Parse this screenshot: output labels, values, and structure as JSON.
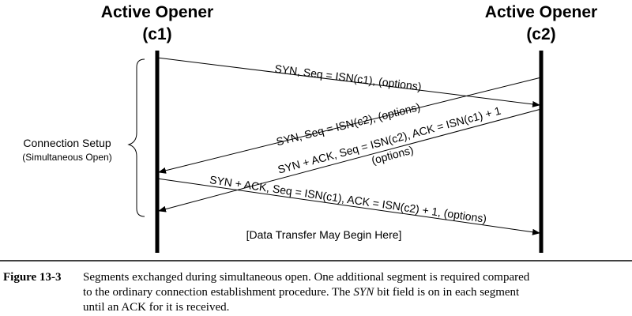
{
  "endpoints": {
    "left": {
      "title": "Active Opener",
      "id": "(c1)"
    },
    "right": {
      "title": "Active Opener",
      "id": "(c2)"
    }
  },
  "phase": {
    "label": "Connection Setup",
    "sublabel": "(Simultaneous Open)"
  },
  "messages": [
    {
      "label": "SYN, Seq = ISN(c1), (options)"
    },
    {
      "label": "SYN, Seq = ISN(c2), (options)"
    },
    {
      "label": "SYN + ACK, Seq = ISN(c2), ACK = ISN(c1) + 1",
      "label2": "(options)"
    },
    {
      "label": "SYN + ACK, Seq = ISN(c1), ACK = ISN(c2) + 1, (options)"
    }
  ],
  "note": "[Data Transfer May Begin Here]",
  "caption": {
    "number": "Figure 13-3",
    "line1": "Segments exchanged during simultaneous open. One additional segment is required compared",
    "line2": "to the ordinary connection establishment procedure. The",
    "italic": "SYN",
    "line2b": "bit field is on in each segment",
    "line3": "until an ACK for it is received."
  }
}
